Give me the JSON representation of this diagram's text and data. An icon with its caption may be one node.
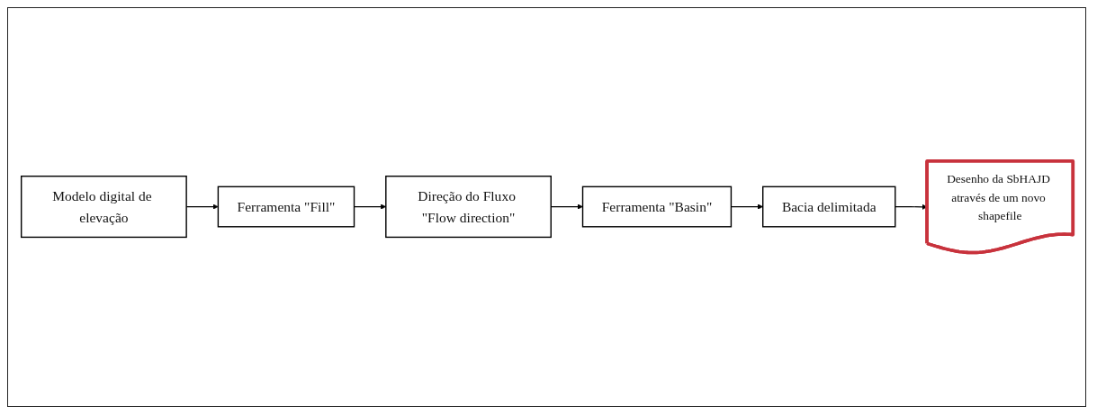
{
  "diagram": {
    "nodes": [
      {
        "text": [
          "Modelo digital de elevação"
        ]
      },
      {
        "text": [
          "Ferramenta \"Fill\""
        ]
      },
      {
        "text": [
          "Direção do Fluxo \"Flow direction\""
        ]
      },
      {
        "text": [
          "Ferramenta \"Basin\""
        ]
      },
      {
        "text": [
          "Bacia delimitada"
        ]
      },
      {
        "text": [
          "Desenho da SbHAJD através de um novo shapefile"
        ]
      }
    ],
    "edges": [
      {
        "from": 0,
        "to": 1,
        "arrow": "to"
      },
      {
        "from": 1,
        "to": 2,
        "arrow": "to"
      },
      {
        "from": 2,
        "to": 3,
        "arrow": "to"
      },
      {
        "from": 3,
        "to": 4,
        "arrow": "to"
      },
      {
        "from": 4,
        "to": 5,
        "arrow": "to"
      }
    ]
  }
}
